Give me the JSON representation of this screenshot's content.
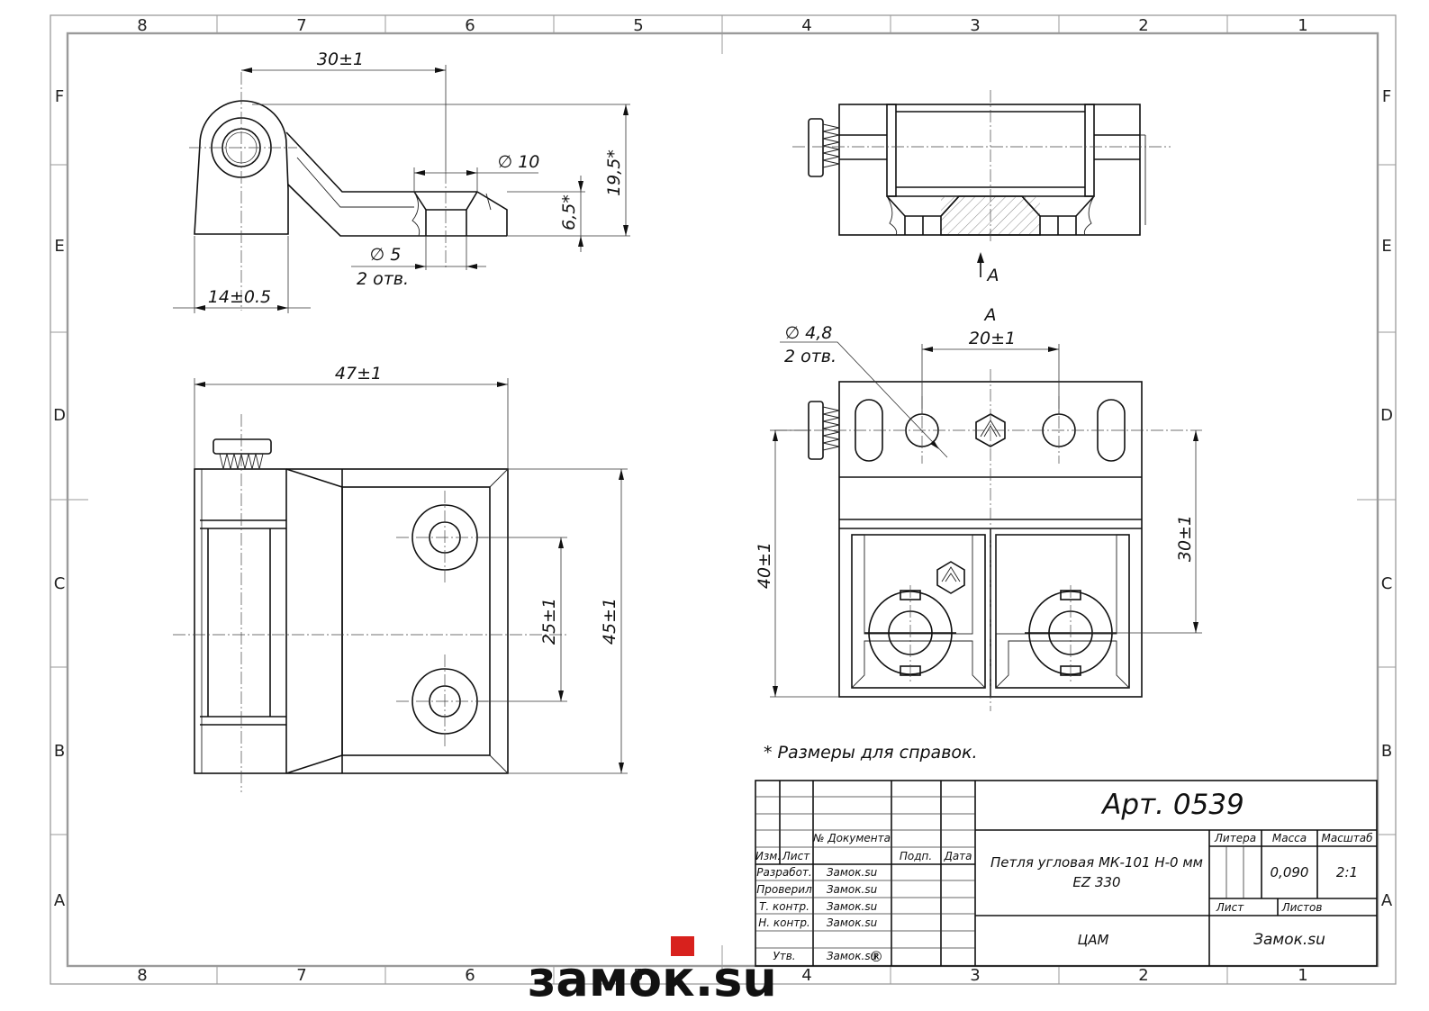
{
  "colors": {
    "line": "#111111",
    "frame": "#9a9a9a",
    "logo_grey": "#7a7a7a",
    "logo_red": "#d8211d"
  },
  "grid": {
    "columns": [
      "8",
      "7",
      "6",
      "5",
      "4",
      "3",
      "2",
      "1"
    ],
    "rows": [
      "F",
      "E",
      "D",
      "C",
      "B",
      "A"
    ]
  },
  "dimensions": {
    "side_30": "30±1",
    "side_d10": "∅ 10",
    "side_19_5": "19,5*",
    "side_6_5": "6,5*",
    "side_d5": "∅ 5",
    "side_holes": "2 отв.",
    "side_14": "14±0.5",
    "front_47": "47±1",
    "front_25": "25±1",
    "front_45": "45±1",
    "view_a_label": "A",
    "view_a_title": "A",
    "view_d48": "∅ 4,8",
    "view_holes": "2 отв.",
    "view_20": "20±1",
    "view_40": "40±1",
    "view_30": "30±1"
  },
  "note": "* Размеры для справок.",
  "title_block": {
    "article": "Арт. 0539",
    "product_name_line1": "Петля угловая МК-101 Н-0 мм",
    "product_name_line2": "EZ 330",
    "col_doc": "№ Документа",
    "col_izm": "Изм.",
    "col_list": "Лист",
    "col_podp": "Подп.",
    "col_data": "Дата",
    "role_razrab": "Разработ.",
    "role_prov": "Проверил",
    "role_tkontr": "Т. контр.",
    "role_nkontr": "Н. контр.",
    "role_utv": "Утв.",
    "name_razrab": "Замок.su",
    "name_prov": "Замок.su",
    "name_tkontr": "Замок.su",
    "name_nkontr": "Замок.su",
    "name_utv": "Замок.su",
    "hdr_litera": "Литера",
    "hdr_massa": "Масса",
    "hdr_masshtab": "Масштаб",
    "massa": "0,090",
    "masshtab": "2:1",
    "hdr_list": "Лист",
    "hdr_listov": "Листов",
    "material": "ЦАМ",
    "company": "Замок.su"
  },
  "watermark": {
    "text": "замок.su",
    "mark": "®"
  }
}
